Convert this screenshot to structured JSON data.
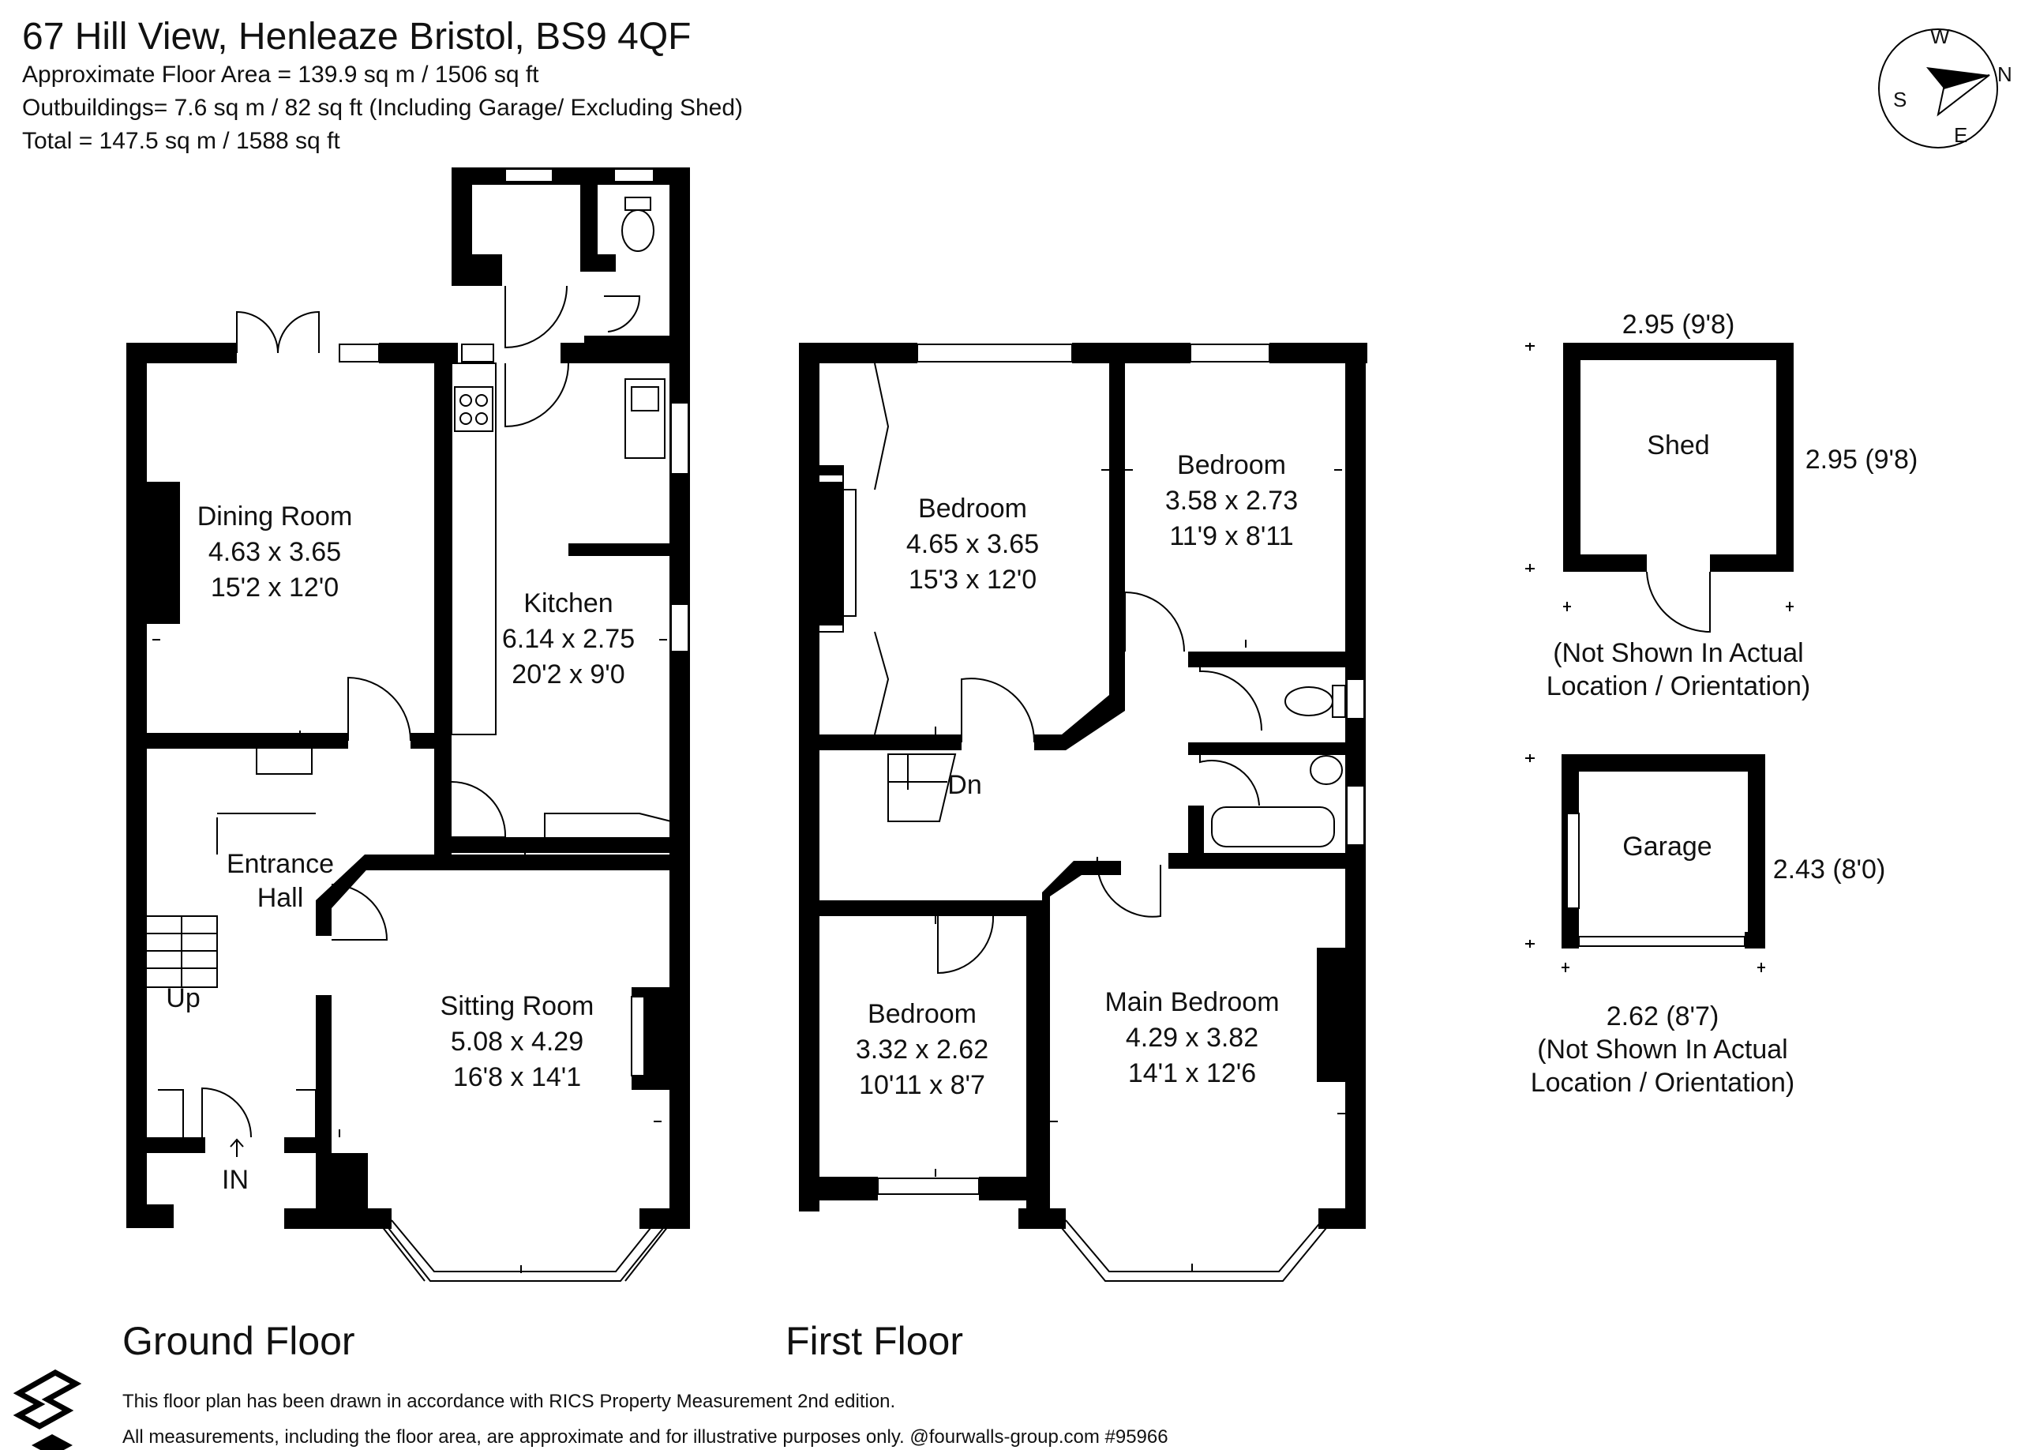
{
  "header": {
    "address": "67 Hill View, Henleaze Bristol, BS9 4QF",
    "floor_area": "Approximate Floor Area = 139.9 sq m / 1506 sq ft",
    "outbuildings": "Outbuildings= 7.6 sq m / 82 sq ft (Including Garage/ Excluding Shed)",
    "total": "Total = 147.5 sq m / 1588 sq ft"
  },
  "compass": {
    "w": "W",
    "n": "N",
    "s": "S",
    "e": "E"
  },
  "ground_floor": {
    "label": "Ground Floor",
    "dining": {
      "name": "Dining Room",
      "metric": "4.63 x 3.65",
      "imperial": "15'2 x 12'0"
    },
    "kitchen": {
      "name": "Kitchen",
      "metric": "6.14 x 2.75",
      "imperial": "20'2 x 9'0"
    },
    "hall": {
      "name1": "Entrance",
      "name2": "Hall"
    },
    "sitting": {
      "name": "Sitting Room",
      "metric": "5.08 x 4.29",
      "imperial": "16'8 x 14'1"
    },
    "up": "Up",
    "in": "IN"
  },
  "first_floor": {
    "label": "First Floor",
    "bedroom_a": {
      "name": "Bedroom",
      "metric": "4.65 x 3.65",
      "imperial": "15'3 x 12'0"
    },
    "bedroom_b": {
      "name": "Bedroom",
      "metric": "3.58 x 2.73",
      "imperial": "11'9 x 8'11"
    },
    "bedroom_c": {
      "name": "Bedroom",
      "metric": "3.32 x 2.62",
      "imperial": "10'11 x 8'7"
    },
    "main_bedroom": {
      "name": "Main Bedroom",
      "metric": "4.29 x 3.82",
      "imperial": "14'1 x 12'6"
    },
    "dn": "Dn"
  },
  "shed": {
    "name": "Shed",
    "width": "2.95 (9'8)",
    "depth": "2.95 (9'8)",
    "note1": "(Not Shown In Actual",
    "note2": "Location / Orientation)"
  },
  "garage": {
    "name": "Garage",
    "width": "2.62 (8'7)",
    "depth": "2.43 (8'0)",
    "note1": "(Not Shown In Actual",
    "note2": "Location / Orientation)"
  },
  "footer": {
    "line1": "This floor plan has been drawn in accordance with RICS Property Measurement 2nd edition.",
    "line2": "All measurements, including the floor area, are approximate and for illustrative purposes only. @fourwalls-group.com #95966"
  }
}
